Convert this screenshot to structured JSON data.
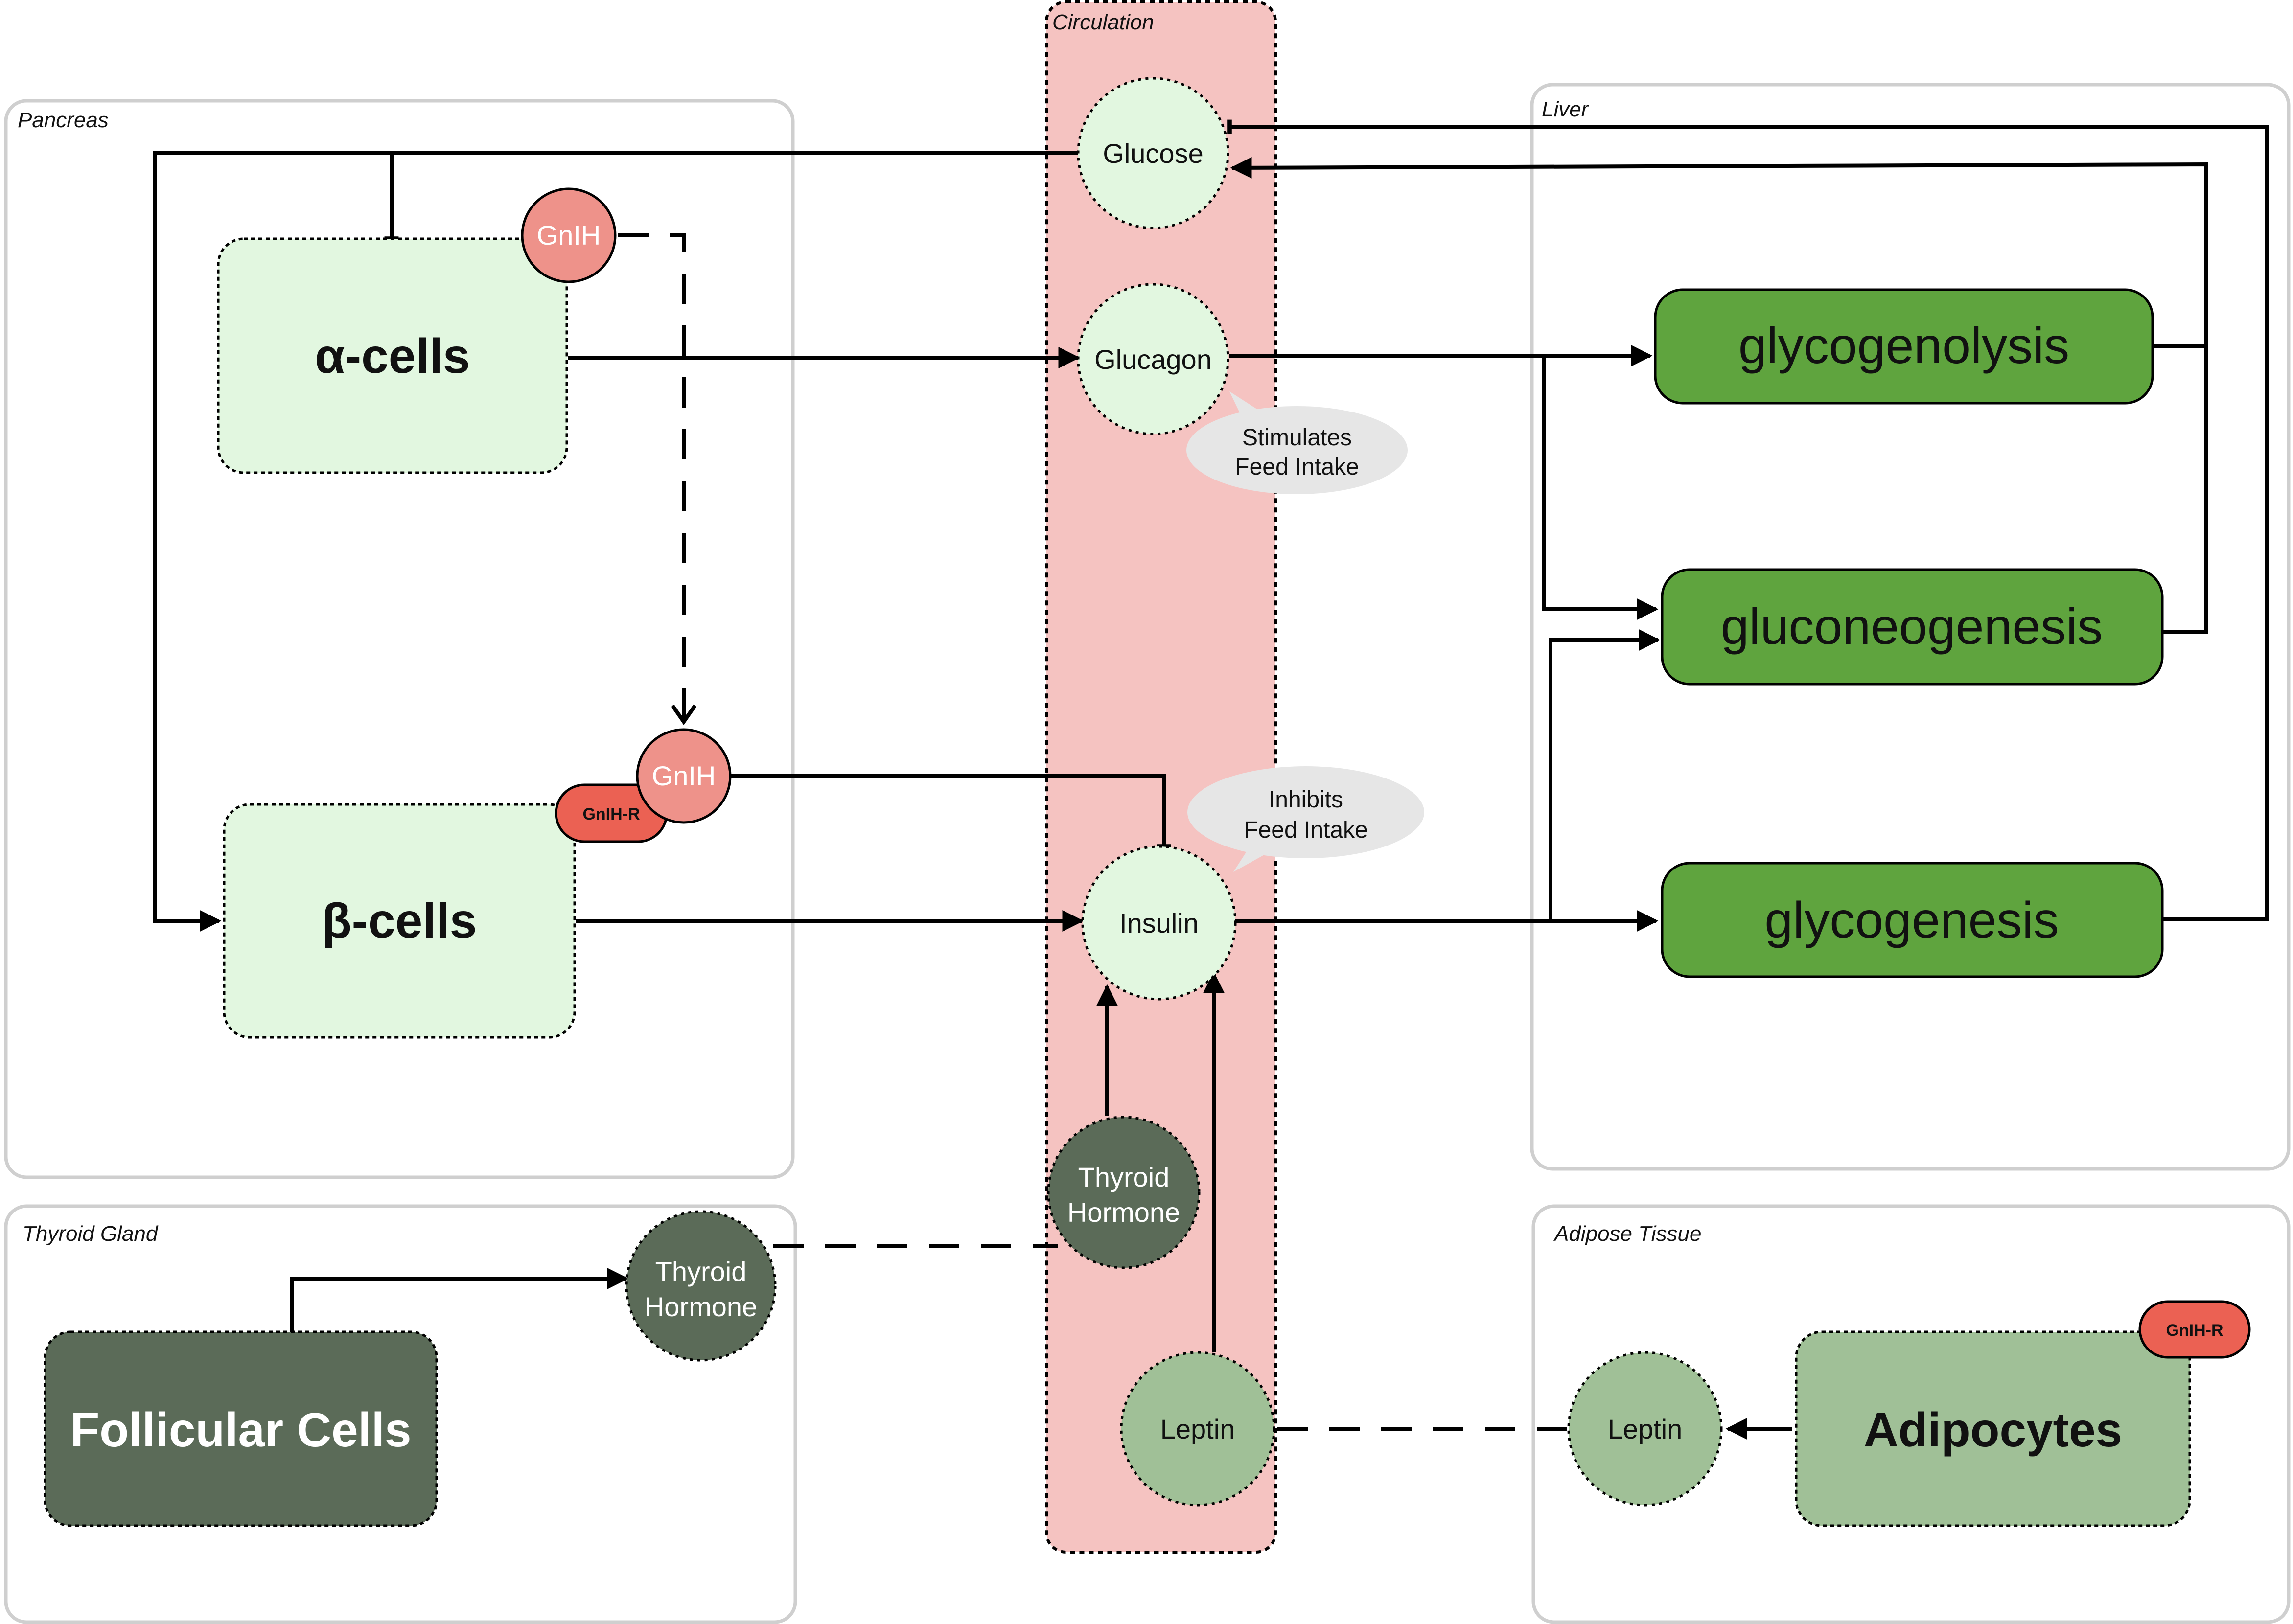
{
  "regions": {
    "pancreas": "Pancreas",
    "circulation": "Circulation",
    "liver": "Liver",
    "thyroid_gland": "Thyroid Gland",
    "adipose_tissue": "Adipose Tissue"
  },
  "cells": {
    "alpha": "α-cells",
    "beta": "β-cells",
    "follicular": "Follicular Cells",
    "adipocytes": "Adipocytes"
  },
  "circulation_nodes": {
    "glucose": "Glucose",
    "glucagon": "Glucagon",
    "insulin": "Insulin",
    "thyroid_hormone_line1": "Thyroid",
    "thyroid_hormone_line2": "Hormone",
    "leptin": "Leptin"
  },
  "pancreas_nodes": {
    "gnih_top": "GnIH",
    "gnih_bottom": "GnIH",
    "gnih_r": "GnIH-R"
  },
  "thyroid_nodes": {
    "thyroid_hormone_line1": "Thyroid",
    "thyroid_hormone_line2": "Hormone"
  },
  "adipose_nodes": {
    "leptin": "Leptin",
    "gnih_r": "GnIH-R"
  },
  "liver_processes": {
    "glycogenolysis": "glycogenolysis",
    "gluconeogenesis": "gluconeogenesis",
    "glycogenesis": "glycogenesis"
  },
  "callouts": {
    "stimulates_line1": "Stimulates",
    "stimulates_line2": "Feed Intake",
    "inhibits_line1": "Inhibits",
    "inhibits_line2": "Feed Intake"
  },
  "colors": {
    "pale_green": "#e2f7e0",
    "liver_green": "#5fa43e",
    "dark_green": "#5b6b58",
    "sage_green": "#a0c097",
    "circulation_pink": "#f5c3c1",
    "gnih_pink": "#ee928a",
    "gnih_r_red": "#eb6153",
    "callout_gray": "#e6e6e6",
    "region_border": "#cfcfcf"
  }
}
